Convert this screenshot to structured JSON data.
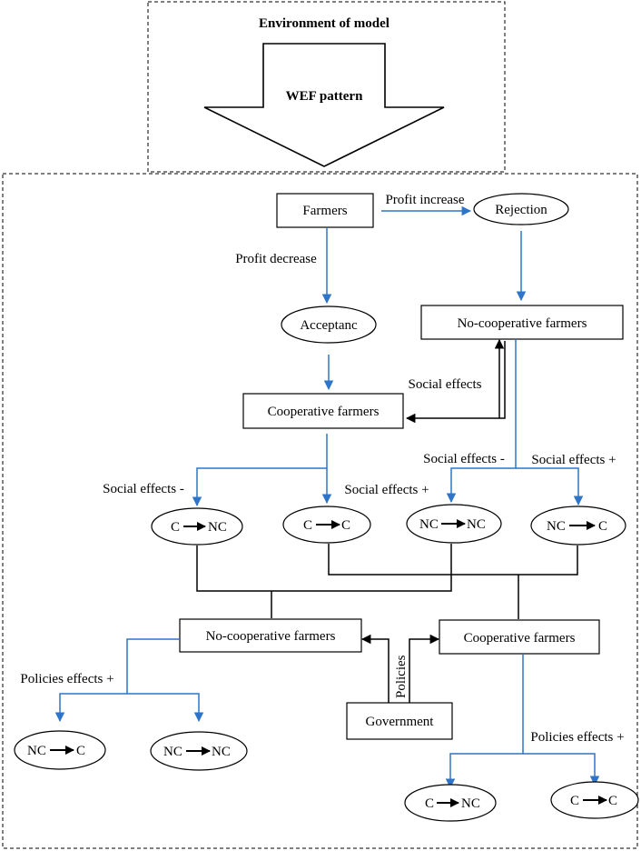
{
  "environment": {
    "title": "Environment of model",
    "arrow_label": "WEF pattern"
  },
  "nodes": {
    "farmers": "Farmers",
    "rejection": "Rejection",
    "acceptance": "Acceptanc",
    "noncoop_top": "No-cooperative farmers",
    "coop_top": "Cooperative farmers",
    "c_nc_top": "C",
    "c_nc_top_b": "NC",
    "c_c_top": "C",
    "c_c_top_b": "C",
    "nc_nc_top": "NC",
    "nc_nc_top_b": "NC",
    "nc_c_top": "NC",
    "nc_c_top_b": "C",
    "noncoop_bottom": "No-cooperative farmers",
    "coop_bottom": "Cooperative farmers",
    "government": "Government",
    "nc_c_bottom": "NC",
    "nc_c_bottom_b": "C",
    "nc_nc_bottom": "NC",
    "nc_nc_bottom_b": "NC",
    "c_nc_bottom": "C",
    "c_nc_bottom_b": "NC",
    "c_c_bottom": "C",
    "c_c_bottom_b": "C"
  },
  "edge_labels": {
    "profit_increase": "Profit increase",
    "profit_decrease": "Profit decrease",
    "social_effects": "Social effects",
    "social_effects_minus_left": "Social effects -",
    "social_effects_plus_left": "Social effects +",
    "social_effects_minus_right": "Social effects -",
    "social_effects_plus_right": "Social effects +",
    "policies": "Policies",
    "policies_effects_plus_left": "Policies effects +",
    "policies_effects_plus_right": "Policies effects +"
  },
  "colors": {
    "flow_arrow": "#2e75c9",
    "connector": "#000000"
  }
}
